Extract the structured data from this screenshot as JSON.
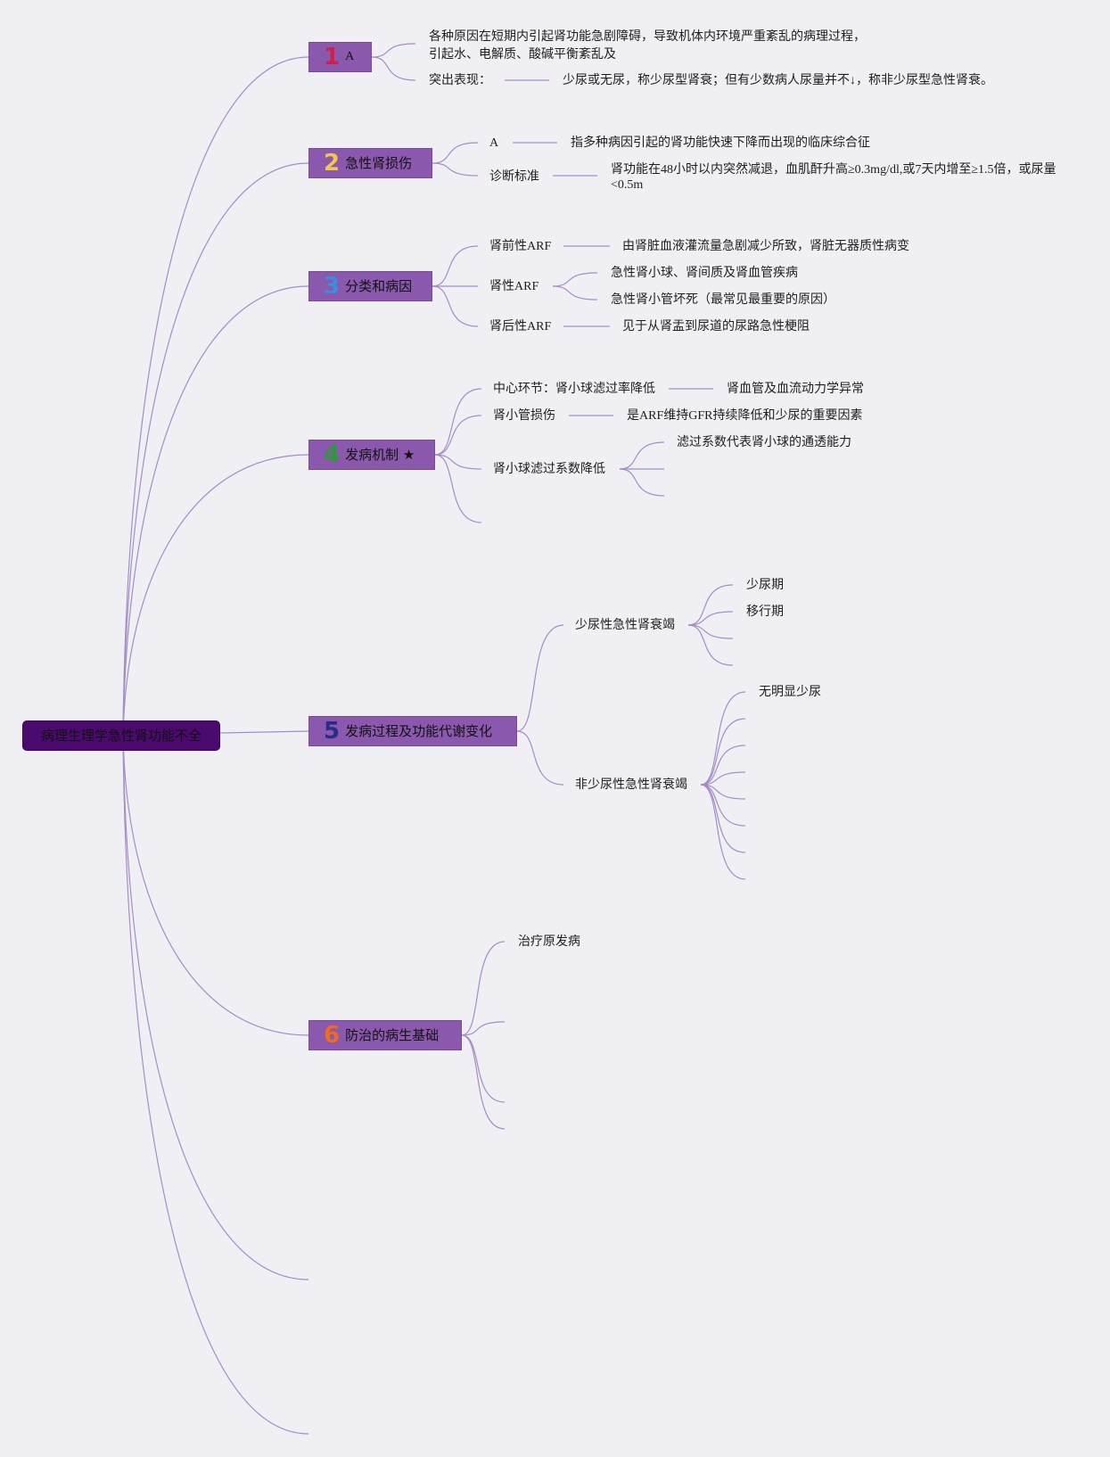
{
  "root": {
    "label": "病理生理学急性肾功能不全"
  },
  "colors": {
    "line": "#a58cc8",
    "topic_bg": "#8a58ac",
    "root_bg": "#4a0a6e",
    "background": "#f0f0f4"
  },
  "topics": [
    {
      "num": "1",
      "num_color": "#d0204a",
      "label": "A",
      "definition": "各种原因在短期内引起肾功能急剧障碍，导致机体内环境严重紊乱的病理过程，引起水、电解质、酸碱平衡紊乱及",
      "feature_label": "突出表现：",
      "feature_value": "少尿或无尿，称少尿型肾衰；但有少数病人尿量并不↓，称非少尿型急性肾衰。"
    },
    {
      "num": "2",
      "num_color": "#f0c850",
      "label": "急性肾损伤",
      "items": [
        {
          "label": "A",
          "value": "指多种病因引起的肾功能快速下降而出现的临床综合征"
        },
        {
          "label": "诊断标准",
          "value": "肾功能在48小时以内突然减退，血肌酐升高≥0.3mg/dl,或7天内增至≥1.5倍，或尿量<0.5m"
        }
      ]
    },
    {
      "num": "3",
      "num_color": "#3a8ee0",
      "label": "分类和病因",
      "items": [
        {
          "label": "肾前性ARF",
          "value": "由肾脏血液灌流量急剧减少所致，肾脏无器质性病变"
        },
        {
          "label": "肾性ARF",
          "children": [
            "急性肾小球、肾间质及肾血管疾病",
            "急性肾小管坏死（最常见最重要的原因）"
          ]
        },
        {
          "label": "肾后性ARF",
          "value": "见于从肾盂到尿道的尿路急性梗阻"
        }
      ]
    },
    {
      "num": "4",
      "num_color": "#2a9a3a",
      "label": "发病机制 ★",
      "items": [
        {
          "label": "中心环节：肾小球滤过率降低",
          "value": "肾血管及血流动力学异常"
        },
        {
          "label": "肾小管损伤",
          "value": "是ARF维持GFR持续降低和少尿的重要因素"
        },
        {
          "label": "肾小球滤过系数降低",
          "children": [
            "滤过系数代表肾小球的通透能力"
          ]
        }
      ]
    },
    {
      "num": "5",
      "num_color": "#2a2a88",
      "label": "发病过程及功能代谢变化",
      "items": [
        {
          "label": "少尿性急性肾衰竭",
          "children": [
            "少尿期",
            "移行期"
          ]
        },
        {
          "label": "非少尿性急性肾衰竭",
          "children": [
            "无明显少尿"
          ]
        }
      ]
    },
    {
      "num": "6",
      "num_color": "#f06a20",
      "label": "防治的病生基础",
      "items": [
        {
          "label": "治疗原发病"
        }
      ]
    }
  ]
}
